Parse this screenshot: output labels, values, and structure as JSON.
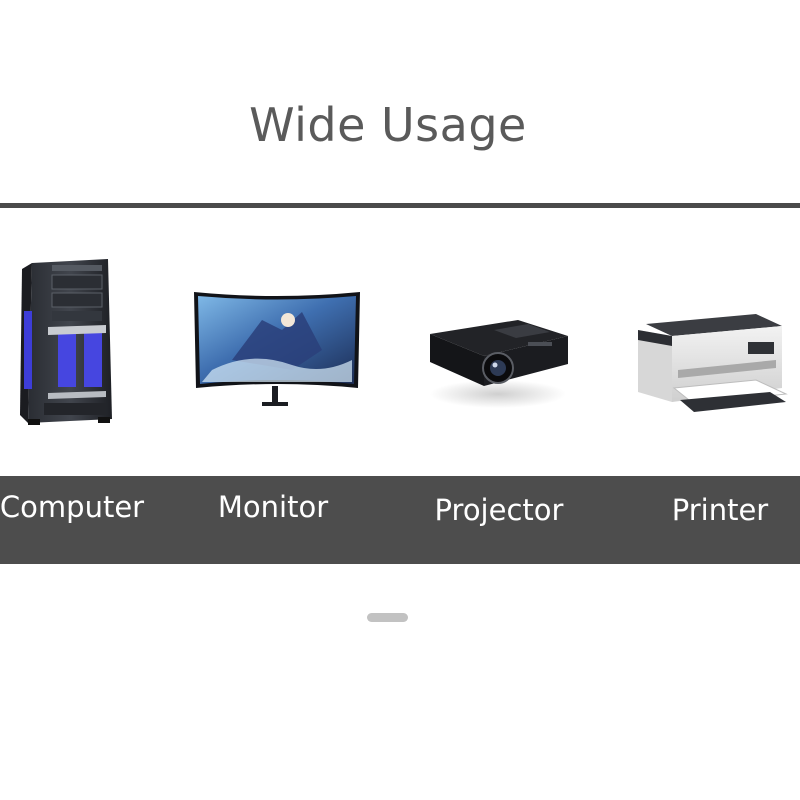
{
  "title": "Wide Usage",
  "products": [
    {
      "id": "computer",
      "label": "Computer",
      "icon": "computer-tower-icon"
    },
    {
      "id": "monitor",
      "label": "Monitor",
      "icon": "curved-monitor-icon"
    },
    {
      "id": "projector",
      "label": "Projector",
      "icon": "projector-icon"
    },
    {
      "id": "printer",
      "label": "Printer",
      "icon": "printer-icon"
    }
  ],
  "colors": {
    "title_text": "#5a5a5a",
    "divider": "#4a4a4a",
    "label_band": "#4d4d4d",
    "label_text": "#ffffff",
    "pager": "#c2c2c2"
  }
}
